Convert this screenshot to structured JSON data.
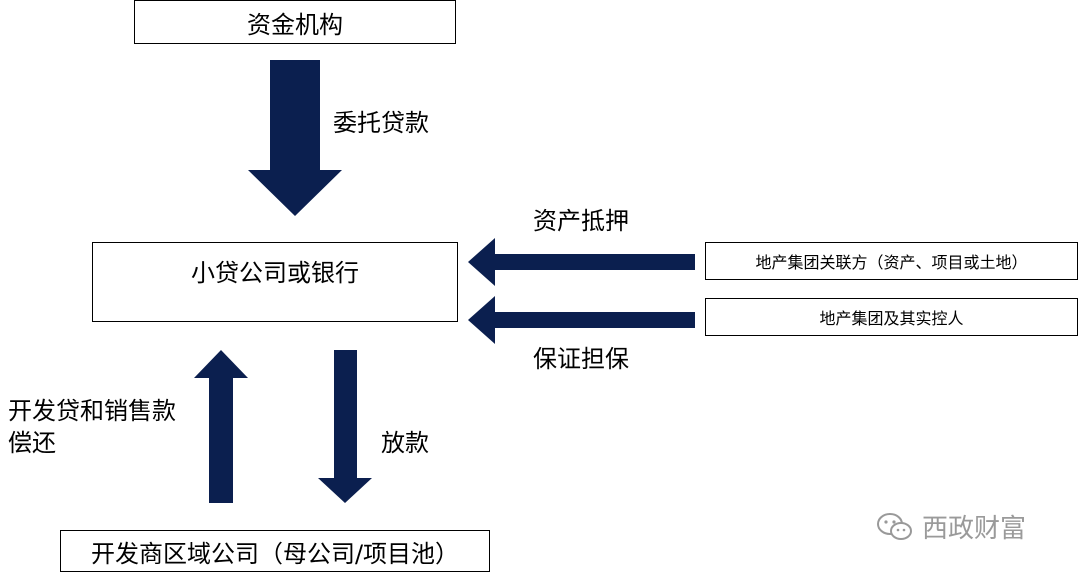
{
  "nodes": {
    "funding_institution": "资金机构",
    "lender": "小贷公司或银行",
    "group_affiliate": "地产集团关联方（资产、项目或土地）",
    "group_controller": "地产集团及其实控人",
    "regional_developer": "开发商区域公司（母公司/项目池）"
  },
  "edges": {
    "entrusted_loan": "委托贷款",
    "asset_mortgage": "资产抵押",
    "guarantee": "保证担保",
    "repayment_line1": "开发贷和销售款",
    "repayment_line2": "偿还",
    "disbursement": "放款"
  },
  "watermark": {
    "text": "西政财富",
    "icon": "wechat-icon"
  },
  "colors": {
    "arrow": "#0b1f4f",
    "border": "#000000"
  }
}
